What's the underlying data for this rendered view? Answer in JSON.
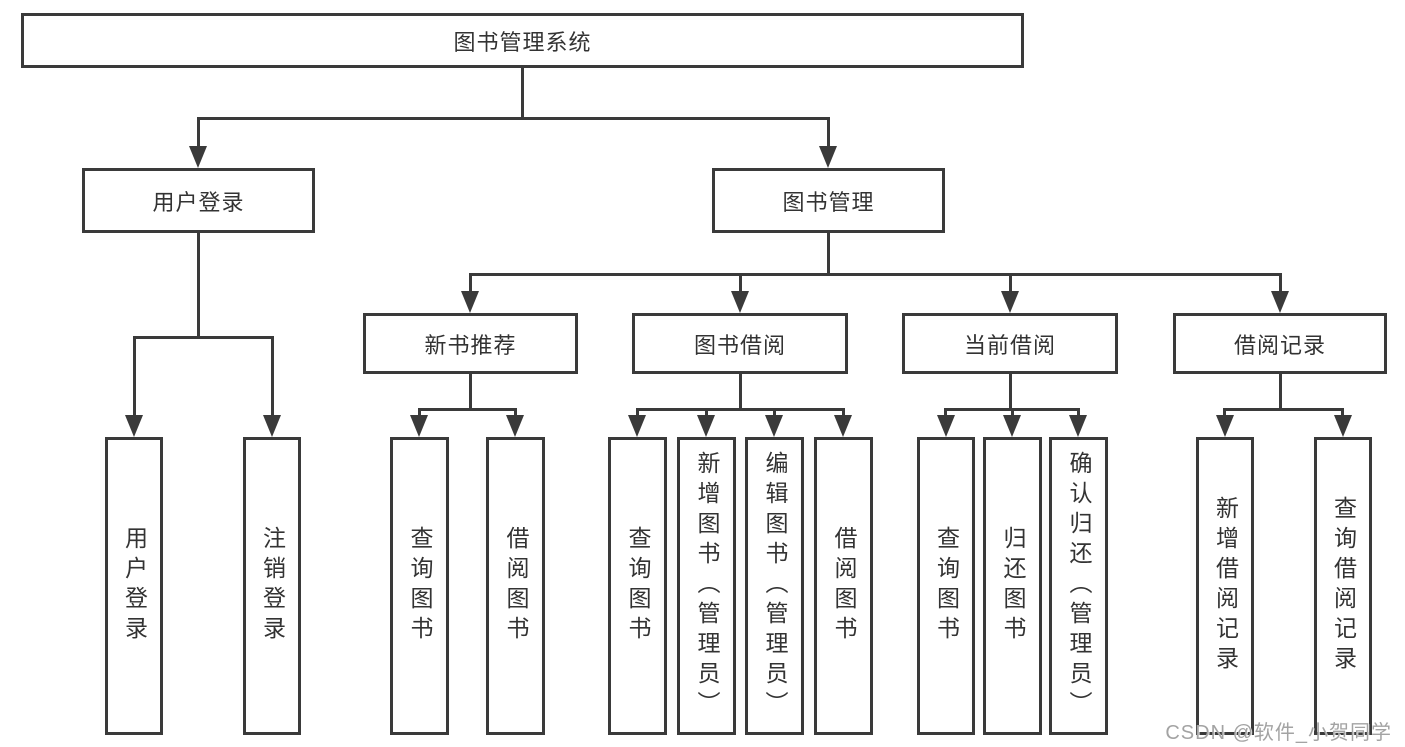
{
  "tree": {
    "label": "图书管理系统",
    "children": [
      {
        "label": "用户登录",
        "children": [
          {
            "label": "用户登录"
          },
          {
            "label": "注销登录"
          }
        ]
      },
      {
        "label": "图书管理",
        "children": [
          {
            "label": "新书推荐",
            "children": [
              {
                "label": "查询图书"
              },
              {
                "label": "借阅图书"
              }
            ]
          },
          {
            "label": "图书借阅",
            "children": [
              {
                "label": "查询图书"
              },
              {
                "label": "新增图书（管理员）"
              },
              {
                "label": "编辑图书（管理员）"
              },
              {
                "label": "借阅图书"
              }
            ]
          },
          {
            "label": "当前借阅",
            "children": [
              {
                "label": "查询图书"
              },
              {
                "label": "归还图书"
              },
              {
                "label": "确认归还（管理员）"
              }
            ]
          },
          {
            "label": "借阅记录",
            "children": [
              {
                "label": "新增借阅记录"
              },
              {
                "label": "查询借阅记录"
              }
            ]
          }
        ]
      }
    ]
  },
  "watermark": {
    "text": "CSDN @软件_小贺同学"
  },
  "colors": {
    "line": "#3a3a3a",
    "border": "#3a3a3a",
    "text": "#333333",
    "watermark": "#a3a3a3",
    "background": "#ffffff"
  }
}
